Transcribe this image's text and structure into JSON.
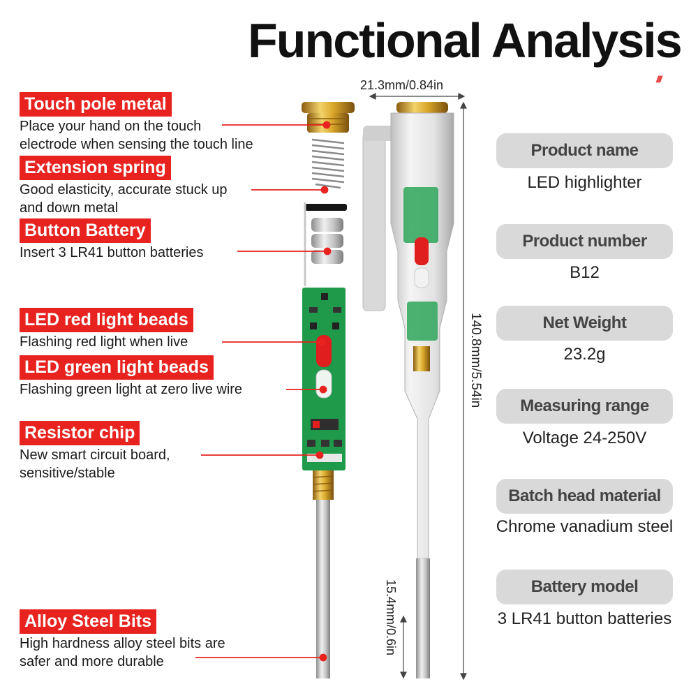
{
  "title": "Functional Analysis",
  "labels": [
    {
      "tag": "Touch pole metal",
      "desc1": "Place your hand on the touch",
      "desc2": "electrode when sensing the touch line"
    },
    {
      "tag": "Extension spring",
      "desc1": "Good elasticity, accurate stuck up",
      "desc2": "and down metal"
    },
    {
      "tag": "Button Battery",
      "desc1": "Insert 3 LR41 button batteries",
      "desc2": ""
    },
    {
      "tag": "LED red light beads",
      "desc1": "Flashing red light when live",
      "desc2": ""
    },
    {
      "tag": "LED green light beads",
      "desc1": "Flashing green light at zero live wire",
      "desc2": ""
    },
    {
      "tag": "Resistor chip",
      "desc1": "New smart circuit board,",
      "desc2": "sensitive/stable"
    },
    {
      "tag": "Alloy Steel Bits",
      "desc1": "High hardness alloy steel bits are",
      "desc2": "safer and more durable"
    }
  ],
  "specs": [
    {
      "name": "Product name",
      "value": "LED highlighter"
    },
    {
      "name": "Product number",
      "value": "B12"
    },
    {
      "name": "Net Weight",
      "value": "23.2g"
    },
    {
      "name": "Measuring range",
      "value": "Voltage 24-250V"
    },
    {
      "name": "Batch head material",
      "value": "Chrome vanadium steel"
    },
    {
      "name": "Battery model",
      "value": "3 LR41 button batteries"
    }
  ],
  "dimensions": {
    "width": "21.3mm/0.84in",
    "length": "140.8mm/5.54in",
    "tip": "15.4mm/0.6in"
  },
  "colors": {
    "tag_red": "#e8231f",
    "pill_gray": "#d9d9d9",
    "pcb_green": "#1f9a4a",
    "brass": "#d9a72a"
  }
}
